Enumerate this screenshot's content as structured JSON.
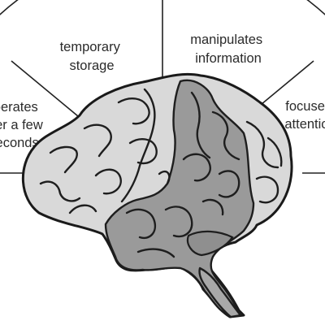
{
  "segments": [
    {
      "line1": "operates",
      "line2": "over a few",
      "line3": "seconds"
    },
    {
      "line1": "temporary",
      "line2": "storage"
    },
    {
      "line1": "manipulates",
      "line2": "information"
    },
    {
      "line1": "focuses",
      "line2": "attention"
    }
  ],
  "colors": {
    "background": "#ffffff",
    "outline": "#1a1a1a",
    "brain_light": "#d9d9d9",
    "brain_dark": "#9a9a9a"
  }
}
